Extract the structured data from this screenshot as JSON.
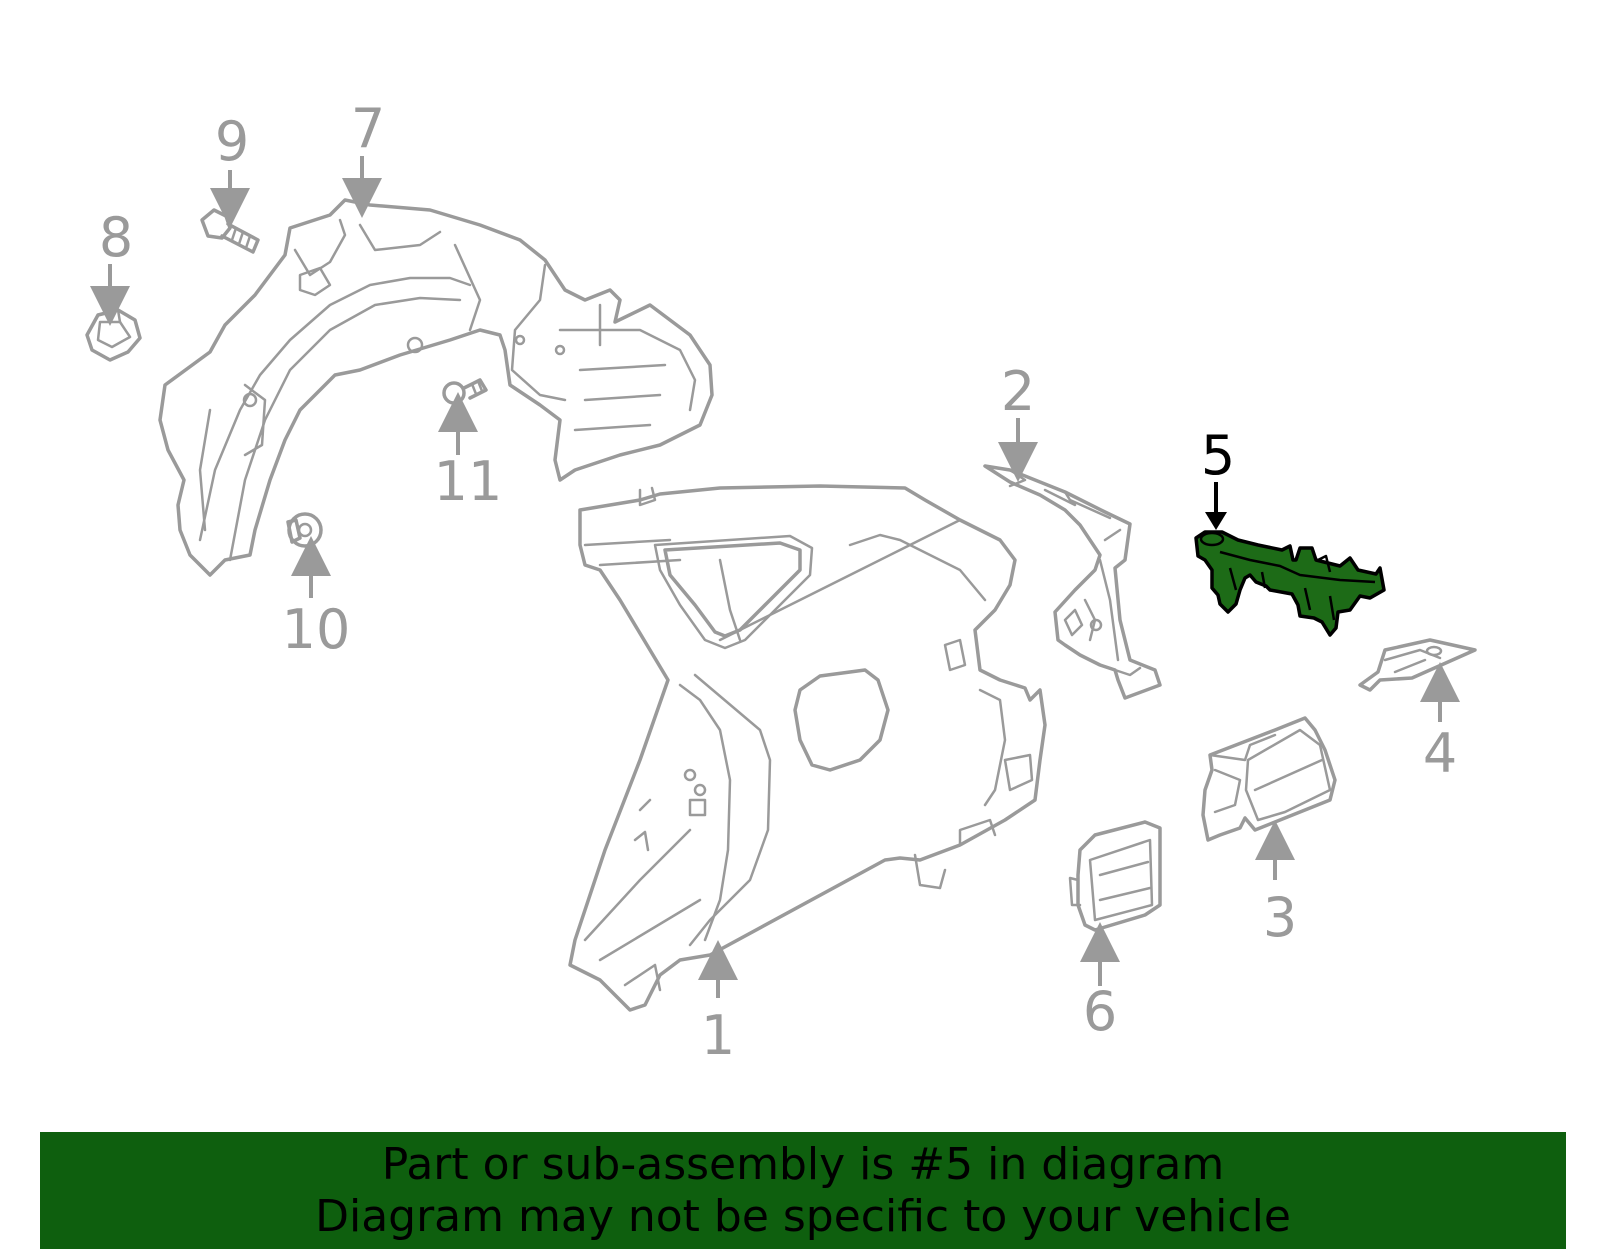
{
  "colors": {
    "outline": "#9a9a9a",
    "highlight_fill": "#1d6b17",
    "highlight_stroke": "#000000",
    "banner_background": "#0e5f0e",
    "banner_text": "#000000"
  },
  "callouts": [
    "1",
    "2",
    "3",
    "4",
    "5",
    "6",
    "7",
    "8",
    "9",
    "10",
    "11"
  ],
  "highlighted_callout": "5",
  "banner": {
    "line1": "Part or sub-assembly is #5 in diagram",
    "line2": "Diagram may not be specific to your vehicle"
  }
}
